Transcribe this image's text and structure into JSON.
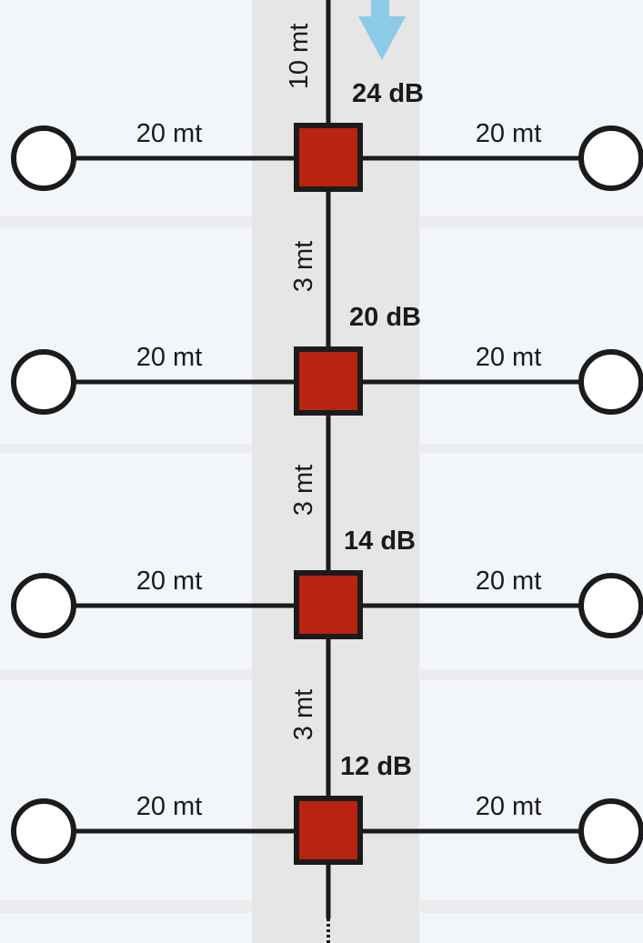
{
  "diagram": {
    "feed_length_label": "10 mt",
    "colors": {
      "background": "#ececee",
      "panel": "#f2f5fa",
      "riser": "#e6e6e6",
      "line": "#1b1b1b",
      "tap_fill": "#b82410",
      "outlet_fill": "#ffffff",
      "arrow": "#8ccbe8"
    },
    "taps": [
      {
        "attenuation": "24 dB",
        "left_cable": "20 mt",
        "right_cable": "20 mt"
      },
      {
        "segment_above": "3 mt",
        "attenuation": "20 dB",
        "left_cable": "20 mt",
        "right_cable": "20 mt"
      },
      {
        "segment_above": "3 mt",
        "attenuation": "14 dB",
        "left_cable": "20 mt",
        "right_cable": "20 mt"
      },
      {
        "segment_above": "3 mt",
        "attenuation": "12 dB",
        "left_cable": "20 mt",
        "right_cable": "20 mt"
      }
    ]
  }
}
